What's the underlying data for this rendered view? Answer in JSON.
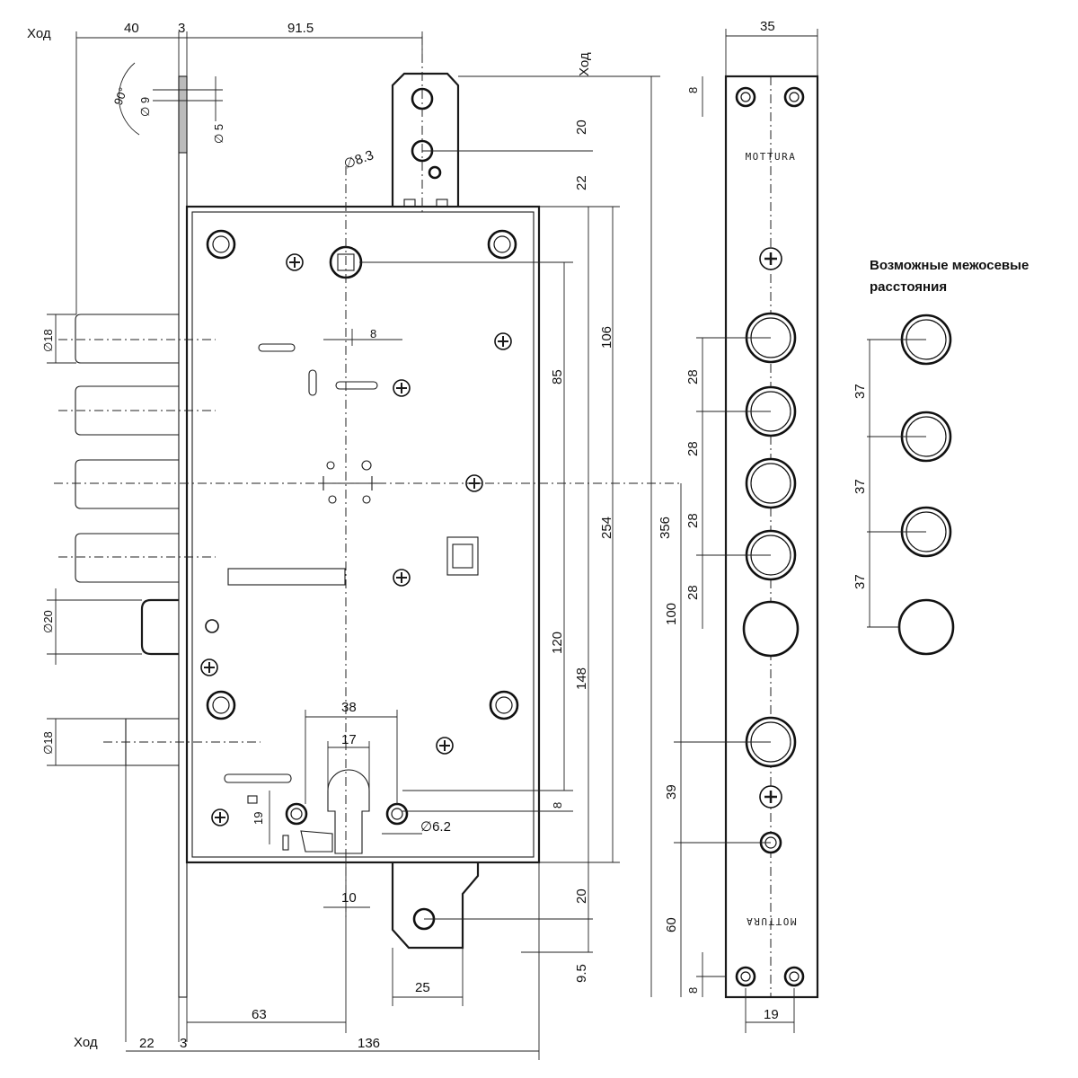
{
  "labels": {
    "travel_top": "Ход",
    "travel_bottom": "Ход",
    "travel_vertical": "Ход",
    "possible_spacing_line1": "Возможные межосевые",
    "possible_spacing_line2": "расстояния",
    "brand_top": "MOTTURA",
    "brand_bottom": "MOTTURA"
  },
  "dimensions": {
    "d40": "40",
    "d3_top": "3",
    "d91_5": "91.5",
    "d90": "90°",
    "d9": "∅ 9",
    "d5": "∅ 5",
    "d8_3": "∅8.3",
    "d20_top": "20",
    "d22": "22",
    "d18_a": "∅18",
    "d8_square": "8",
    "d106": "106",
    "d85": "85",
    "d254": "254",
    "d356": "356",
    "d120": "120",
    "d148": "148",
    "d20_left": "∅20",
    "d18_b": "∅18",
    "d38": "38",
    "d17": "17",
    "d19": "19",
    "d8_cyl": "8",
    "d6_2": "∅6.2",
    "d10": "10",
    "d20_bottom": "20",
    "d9_5": "9.5",
    "d25": "25",
    "d63": "63",
    "d22_bottom": "22",
    "d3_bottom": "3",
    "d136": "136",
    "d35": "35",
    "d8_plate_top": "8",
    "d28_1": "28",
    "d28_2": "28",
    "d28_3": "28",
    "d28_4": "28",
    "d100": "100",
    "d39": "39",
    "d60": "60",
    "d8_plate_bottom": "8",
    "d19_plate": "19",
    "d37_1": "37",
    "d37_2": "37",
    "d37_3": "37"
  },
  "icons": {
    "screw": "phillips-screw-icon",
    "bolt_hole": "bolt-hole-icon",
    "mount_hole": "mount-hole-icon"
  },
  "colors": {
    "ink": "#1a1a1a",
    "paper": "#ffffff"
  }
}
